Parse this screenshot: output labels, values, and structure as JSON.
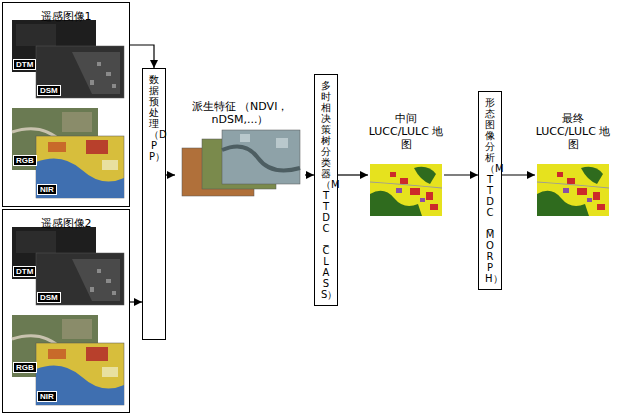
{
  "diagram": {
    "nodes": [
      {
        "text": [
          "遥感图像1"
        ]
      },
      {
        "text": [
          "遥感图像2"
        ]
      },
      {
        "text": [
          "数据预处理（DPP）"
        ]
      },
      {
        "text": [
          "派生特征 （NDVI，nDSM,...）"
        ]
      },
      {
        "text": [
          "多时相决策树分类器（MTTDC_CLASS）"
        ]
      },
      {
        "text": [
          "中间 LUCC/LULC 地图"
        ]
      },
      {
        "text": [
          "形态图像分析（MTTDC_MORPH）"
        ]
      },
      {
        "text": [
          "最终 LUCC/LULC 地图"
        ]
      }
    ],
    "edges": [
      {
        "from": 0,
        "to": 2,
        "arrow": "to"
      },
      {
        "from": 1,
        "to": 2,
        "arrow": "to"
      },
      {
        "from": 2,
        "to": 3,
        "arrow": "to"
      },
      {
        "from": 3,
        "to": 4,
        "arrow": "to"
      },
      {
        "from": 4,
        "to": 5,
        "arrow": "to"
      },
      {
        "from": 5,
        "to": 6,
        "arrow": "to"
      },
      {
        "from": 6,
        "to": 7,
        "arrow": "to"
      }
    ],
    "labels": [
      "DTM",
      "DSM",
      "RGB",
      "NIR",
      "DTM",
      "DSM",
      "RGB",
      "NIR"
    ]
  }
}
